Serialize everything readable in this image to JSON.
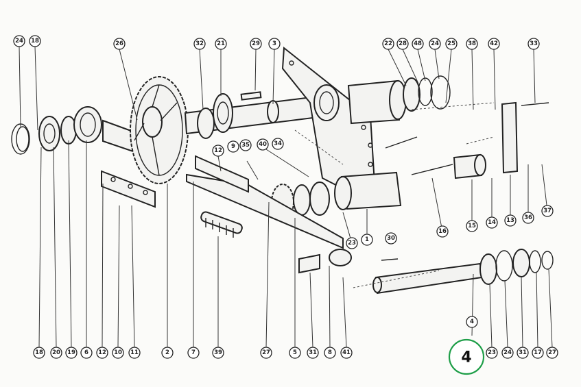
{
  "badge_label": "4",
  "top_callouts": [
    "24",
    "18",
    "26",
    "32",
    "21",
    "29",
    "3",
    "22",
    "28",
    "48",
    "24",
    "25",
    "38",
    "42",
    "33"
  ],
  "middle_callouts": [
    "12",
    "9",
    "40",
    "35",
    "34",
    "30",
    "16",
    "15",
    "14",
    "13",
    "36",
    "37",
    "23",
    "1"
  ],
  "bottom_callouts": [
    "18",
    "20",
    "19",
    "6",
    "12",
    "10",
    "11",
    "2",
    "7",
    "39",
    "27",
    "5",
    "31",
    "8",
    "41",
    "4",
    "23",
    "24",
    "31",
    "17",
    "27"
  ]
}
